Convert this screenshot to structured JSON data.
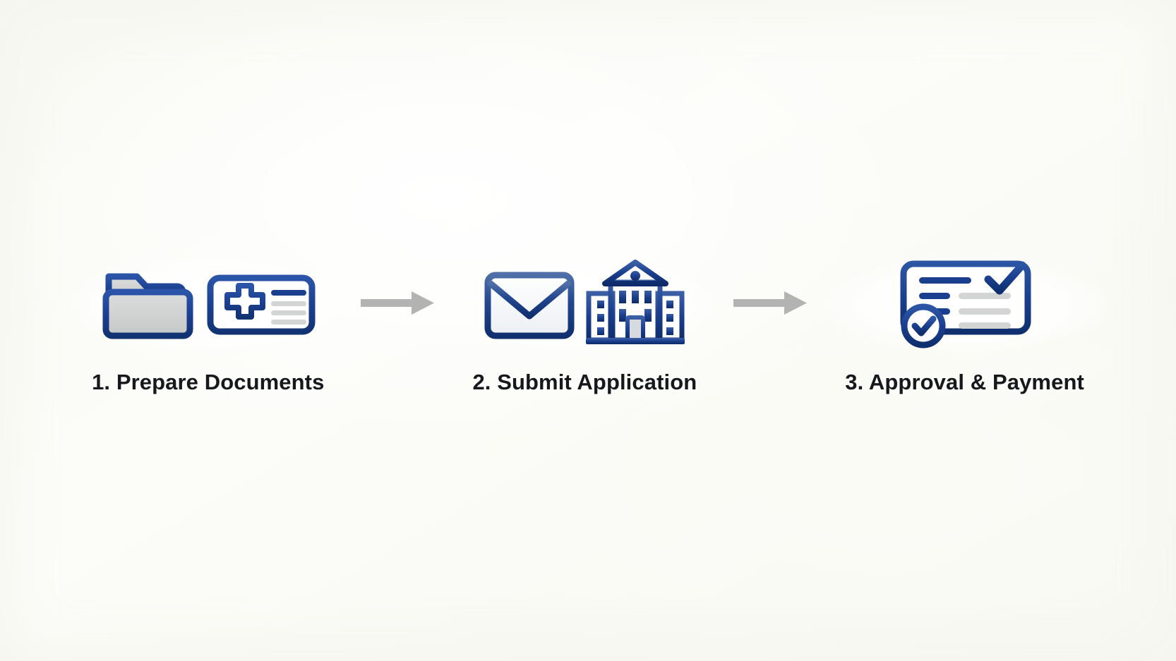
{
  "diagram": {
    "type": "process-flow",
    "orientation": "horizontal",
    "background_color": "#f9f9f4",
    "accent_color": "#1b3f8f",
    "accent_dark_color": "#0f2f6e",
    "neutral_fill_color": "#cfd0d0",
    "arrow_color": "#b3b3b3",
    "label_color": "#16181c",
    "steps": [
      {
        "number": "1",
        "label": "1. Prepare Documents",
        "icons": [
          "folder-icon",
          "id-card-medical-icon"
        ]
      },
      {
        "number": "2",
        "label": "2. Submit Application",
        "icons": [
          "envelope-icon",
          "government-building-icon"
        ]
      },
      {
        "number": "3",
        "label": "3. Approval & Payment",
        "icons": [
          "approved-document-icon",
          "check-circle-icon"
        ]
      }
    ],
    "connectors": [
      {
        "name": "arrow-right-icon",
        "from": "1",
        "to": "2"
      },
      {
        "name": "arrow-right-icon",
        "from": "2",
        "to": "3"
      }
    ]
  }
}
